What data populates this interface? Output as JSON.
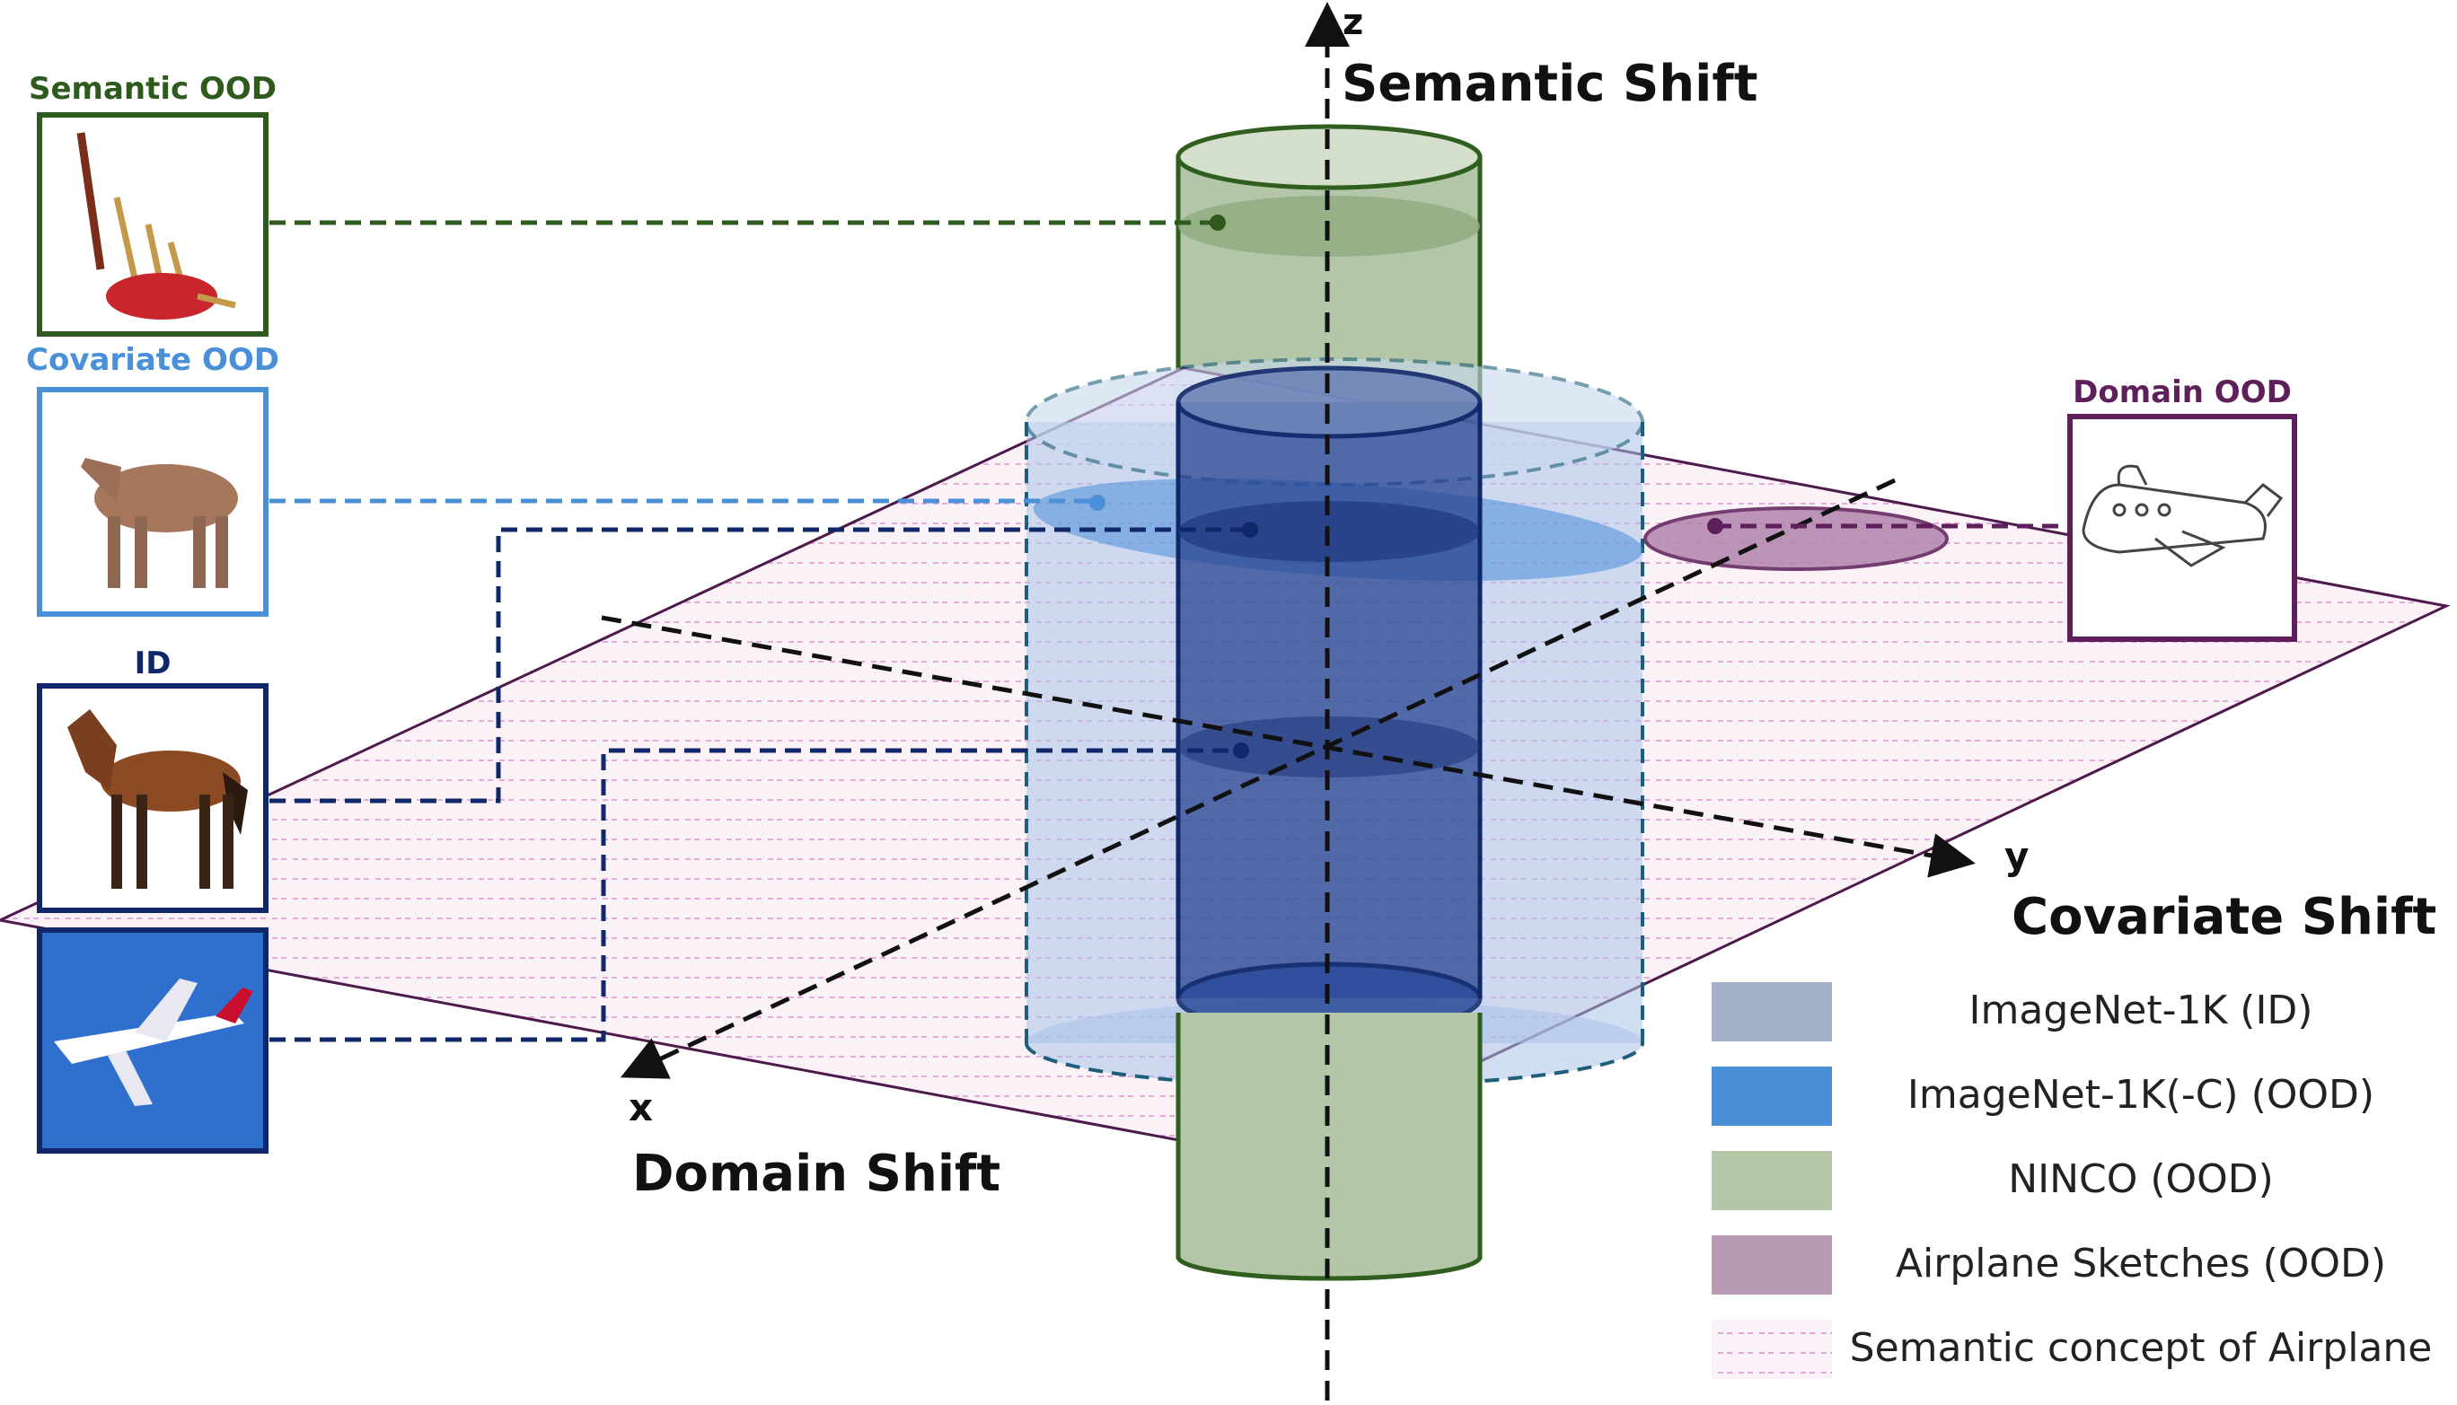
{
  "axes": {
    "z_label": "z",
    "z_title": "Semantic Shift",
    "y_label": "y",
    "y_title": "Covariate Shift",
    "x_label": "x",
    "x_title": "Domain Shift"
  },
  "samples": {
    "semantic_ood": "Semantic OOD",
    "covariate_ood": "Covariate OOD",
    "id": "ID",
    "domain_ood": "Domain OOD"
  },
  "legend": [
    {
      "label": "ImageNet-1K (ID)",
      "color": "#a2b0c8"
    },
    {
      "label": "ImageNet-1K(-C) (OOD)",
      "color": "#4a90d9"
    },
    {
      "label": "NINCO (OOD)",
      "color": "#b4c6a8"
    },
    {
      "label": "Airplane Sketches (OOD)",
      "color": "#b89ab5"
    },
    {
      "label": "Semantic concept of Airplane",
      "color": "#f3dcee"
    }
  ],
  "colors": {
    "semantic": "#2e5a1e",
    "covariate": "#4a90d9",
    "id": "#10286a",
    "domain": "#5e1f5a",
    "teal_dashed": "#1d5f7a"
  }
}
